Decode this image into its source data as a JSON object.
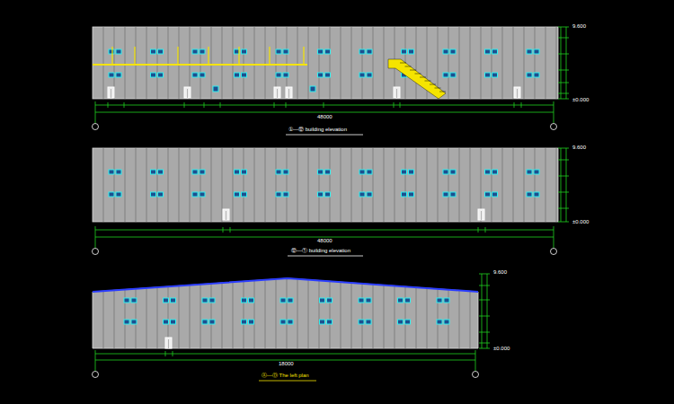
{
  "diagram": {
    "labels": [
      "①—⑫ building elevation",
      "⑫—① building elevation",
      "Ⓐ—Ⓓ The left plan",
      "48000",
      "48000",
      "18000",
      "9.600",
      "±0.000",
      "9.600",
      "±0.000",
      "9.600",
      "±0.000"
    ]
  }
}
